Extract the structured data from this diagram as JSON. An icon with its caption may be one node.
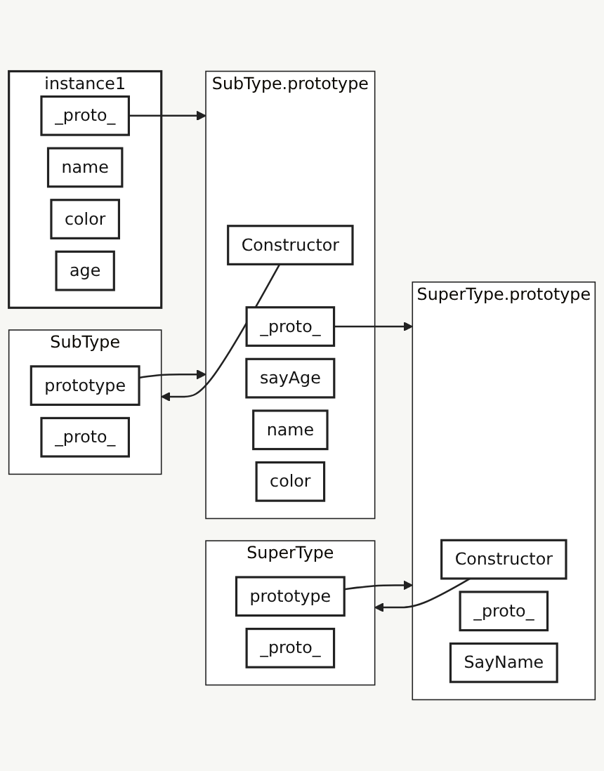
{
  "diagram": {
    "nodes": [
      {
        "text": [
          "SuperType"
        ]
      },
      {
        "text": [
          "prototype"
        ],
        "in": 0
      },
      {
        "text": [
          "_proto_"
        ],
        "in": 0
      },
      {
        "text": [
          "SuperType.prototype"
        ]
      },
      {
        "text": [
          "Constructor"
        ],
        "in": 3
      },
      {
        "text": [
          "_proto_"
        ],
        "in": 3
      },
      {
        "text": [
          "SayName"
        ],
        "in": 3
      },
      {
        "text": [
          "SubType"
        ]
      },
      {
        "text": [
          "prototype"
        ],
        "in": 7
      },
      {
        "text": [
          "_proto_"
        ],
        "in": 7
      },
      {
        "text": [
          "SubType.prototype"
        ]
      },
      {
        "text": [
          "Constructor"
        ],
        "in": 10
      },
      {
        "text": [
          "_proto_"
        ],
        "in": 10
      },
      {
        "text": [
          "sayAge"
        ],
        "in": 10
      },
      {
        "text": [
          "name"
        ],
        "in": 10
      },
      {
        "text": [
          "color"
        ],
        "in": 10
      },
      {
        "text": [
          "instance1"
        ]
      },
      {
        "text": [
          "_proto_"
        ],
        "in": 16
      },
      {
        "text": [
          "name"
        ],
        "in": 16
      },
      {
        "text": [
          "color"
        ],
        "in": 16
      },
      {
        "text": [
          "age"
        ],
        "in": 16
      }
    ],
    "edges": [
      {
        "from": 1,
        "to": 3,
        "arrow": "to"
      },
      {
        "from": 4,
        "to": 0,
        "arrow": "to"
      },
      {
        "from": 8,
        "to": 10,
        "arrow": "to"
      },
      {
        "from": 11,
        "to": 7,
        "arrow": "to"
      },
      {
        "from": 12,
        "to": 3,
        "arrow": "to"
      },
      {
        "from": 17,
        "to": 10,
        "arrow": "to"
      }
    ]
  }
}
